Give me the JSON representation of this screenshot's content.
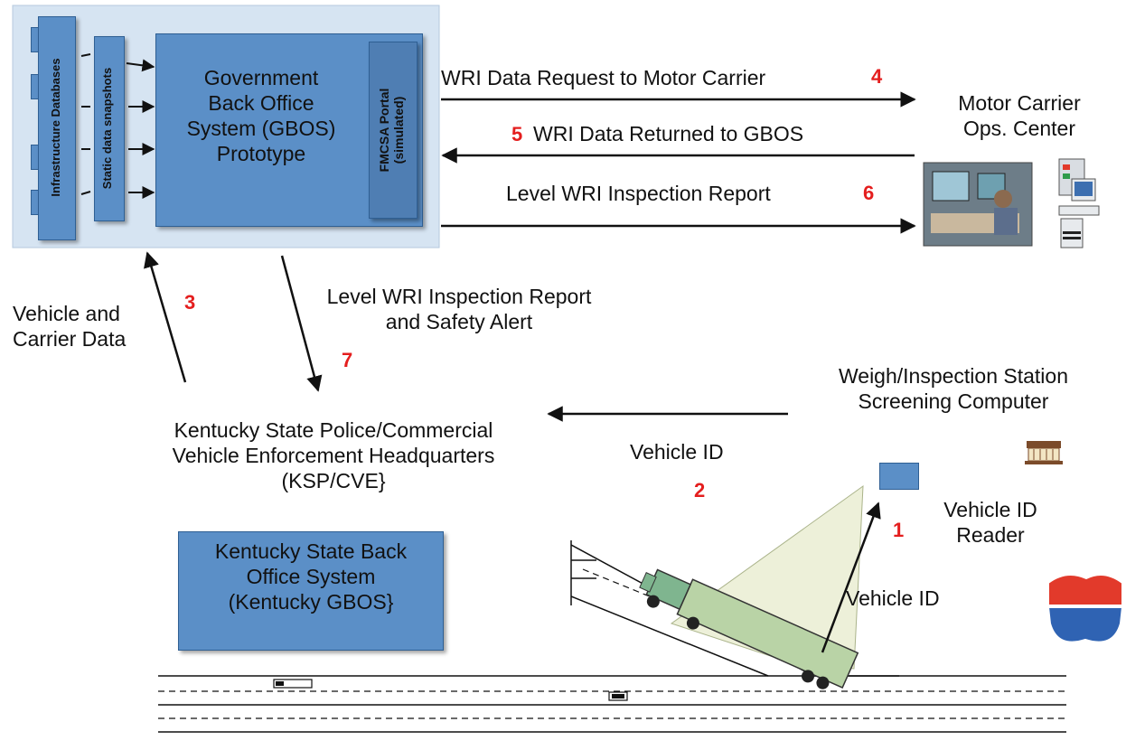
{
  "gbos_block": {
    "infrastructure_label": "Infrastructure Databases",
    "snapshots_label": "Static data snapshots",
    "gbos_title": [
      "Government",
      "Back Office",
      "System (GBOS)",
      "Prototype"
    ],
    "portal_label_line1": "FMCSA Portal",
    "portal_label_line2": "(simulated)"
  },
  "motor_carrier": {
    "title": [
      "Motor Carrier",
      "Ops. Center"
    ]
  },
  "weigh_station": {
    "title": [
      "Weigh/Inspection Station",
      "Screening Computer"
    ]
  },
  "ksp": {
    "title": [
      "Kentucky State Police/Commercial",
      "Vehicle Enforcement Headquarters",
      "(KSP/CVE}"
    ],
    "inner_title": [
      "Kentucky State Back",
      "Office System",
      "(Kentucky GBOS}"
    ]
  },
  "flows": {
    "f4_label": "WRI Data Request to Motor Carrier",
    "f4_num": "4",
    "f5_label": "WRI Data Returned to GBOS",
    "f5_num": "5",
    "f6_label": "Level WRI Inspection Report",
    "f6_num": "6",
    "f3_label": [
      "Vehicle and",
      "Carrier Data"
    ],
    "f3_num": "3",
    "f7_label": [
      "Level WRI Inspection Report",
      "and Safety Alert"
    ],
    "f7_num": "7",
    "f2_label": "Vehicle ID",
    "f2_num": "2",
    "f1_reader_label": [
      "Vehicle ID",
      "Reader"
    ],
    "f1_num": "1",
    "f1_label": "Vehicle ID"
  },
  "colors": {
    "box_fill": "#5b8fc7",
    "box_border": "#2f5f93",
    "light_panel": "#d6e4f2",
    "step_number": "#e41e1e"
  }
}
